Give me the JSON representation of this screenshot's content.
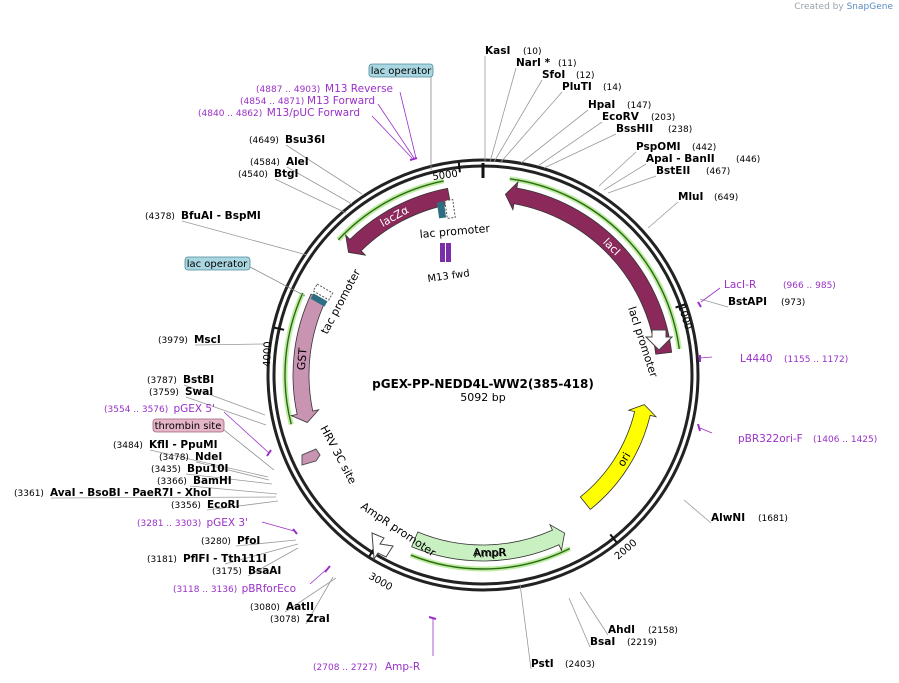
{
  "credit": {
    "prefix": "Created by",
    "brand": "SnapGene"
  },
  "plasmid": {
    "name": "pGEX-PP-NEDD4L-WW2(385-418)",
    "length_label": "5092 bp",
    "length": 5092
  },
  "colors": {
    "lacI": "#8b2a5a",
    "lacZa": "#8b2a5a",
    "GST": "#c994b2",
    "HRV": "#c994b2",
    "AmpR": "#c8f0c0",
    "ori": "#ffff00",
    "primer": "#9a30c8",
    "highlight": "#88dd55"
  },
  "features": [
    {
      "label": "lacI",
      "start": 100,
      "end": 1176,
      "dir": -1,
      "color": "#8b2a5a",
      "textColor": "#ffffff"
    },
    {
      "label": "ori",
      "start": 1420,
      "end": 2000,
      "dir": -1,
      "color": "#ffff00",
      "textColor": "#000000"
    },
    {
      "label": "AmpR",
      "start": 2160,
      "end": 2865,
      "dir": -1,
      "color": "#c8f0c0",
      "textColor": "#000000"
    },
    {
      "label": "GST",
      "start": 3605,
      "end": 4175,
      "dir": -1,
      "color": "#c994b2",
      "textColor": "#000000"
    },
    {
      "label": "lacZα",
      "start": 4418,
      "end": 4940,
      "dir": -1,
      "color": "#8b2a5a",
      "textColor": "#ffffff"
    }
  ],
  "tick_marks": [
    "1000",
    "2000",
    "3000",
    "4000",
    "5000"
  ],
  "inner_labels": [
    {
      "text": "lac promoter"
    },
    {
      "text": "M13 fwd"
    },
    {
      "text": "lacI promoter"
    },
    {
      "text": "tac promoter"
    },
    {
      "text": "HRV 3C site"
    },
    {
      "text": "AmpR promoter"
    },
    {
      "text": "AmpR"
    }
  ],
  "boxed_labels": [
    {
      "text": "lac operator",
      "color": "#a9d6e0"
    },
    {
      "text": "lac operator",
      "color": "#a9d6e0"
    },
    {
      "text": "thrombin site",
      "color": "#e5b5c8"
    }
  ],
  "sites": [
    {
      "name": "KasI",
      "pos": "(10)"
    },
    {
      "name": "NarI *",
      "pos": "(11)"
    },
    {
      "name": "SfoI",
      "pos": "(12)"
    },
    {
      "name": "PluTI",
      "pos": "(14)"
    },
    {
      "name": "HpaI",
      "pos": "(147)"
    },
    {
      "name": "EcoRV",
      "pos": "(203)"
    },
    {
      "name": "BssHII",
      "pos": "(238)"
    },
    {
      "name": "PspOMI",
      "pos": "(442)"
    },
    {
      "name": "ApaI - BanII",
      "pos": "(446)"
    },
    {
      "name": "BstEII",
      "pos": "(467)"
    },
    {
      "name": "MluI",
      "pos": "(649)"
    },
    {
      "name": "BstAPI",
      "pos": "(973)"
    },
    {
      "name": "AlwNI",
      "pos": "(1681)"
    },
    {
      "name": "AhdI",
      "pos": "(2158)"
    },
    {
      "name": "BsaI",
      "pos": "(2219)"
    },
    {
      "name": "PstI",
      "pos": "(2403)"
    },
    {
      "name": "ZraI",
      "pos": "(3078)"
    },
    {
      "name": "AatII",
      "pos": "(3080)"
    },
    {
      "name": "BsaAI",
      "pos": "(3175)"
    },
    {
      "name": "PflFI - Tth111I",
      "pos": "(3181)"
    },
    {
      "name": "PfoI",
      "pos": "(3280)"
    },
    {
      "name": "EcoRI",
      "pos": "(3356)"
    },
    {
      "name": "AvaI - BsoBI - PaeR7I - XhoI",
      "pos": "(3361)"
    },
    {
      "name": "BamHI",
      "pos": "(3366)"
    },
    {
      "name": "Bpu10I",
      "pos": "(3435)"
    },
    {
      "name": "NdeI",
      "pos": "(3478)"
    },
    {
      "name": "KflI - PpuMI",
      "pos": "(3484)"
    },
    {
      "name": "SwaI",
      "pos": "(3759)"
    },
    {
      "name": "BstBI",
      "pos": "(3787)"
    },
    {
      "name": "MscI",
      "pos": "(3979)"
    },
    {
      "name": "BfuAI - BspMI",
      "pos": "(4378)"
    },
    {
      "name": "BtgI",
      "pos": "(4540)"
    },
    {
      "name": "AleI",
      "pos": "(4584)"
    },
    {
      "name": "Bsu36I",
      "pos": "(4649)"
    }
  ],
  "primers": [
    {
      "name": "LacI-R",
      "range": "(966 .. 985)"
    },
    {
      "name": "L4440",
      "range": "(1155 .. 1172)"
    },
    {
      "name": "pBR322ori-F",
      "range": "(1406 .. 1425)"
    },
    {
      "name": "Amp-R",
      "range": "(2708 .. 2727)"
    },
    {
      "name": "pBRforEco",
      "range": "(3118 .. 3136)"
    },
    {
      "name": "pGEX 3'",
      "range": "(3281 .. 3303)"
    },
    {
      "name": "pGEX 5'",
      "range": "(3554 .. 3576)"
    },
    {
      "name": "M13/pUC Forward",
      "range": "(4840 .. 4862)"
    },
    {
      "name": "M13 Forward",
      "range": "(4854 .. 4871)"
    },
    {
      "name": "M13 Reverse",
      "range": "(4887 .. 4903)"
    }
  ]
}
